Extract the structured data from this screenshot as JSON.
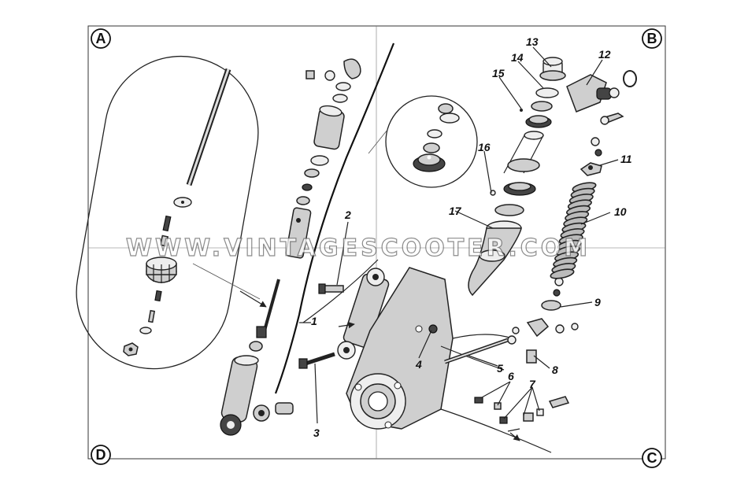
{
  "corners": {
    "a": "A",
    "b": "B",
    "c": "C",
    "d": "D"
  },
  "callouts": [
    "1",
    "2",
    "3",
    "4",
    "5",
    "6",
    "7",
    "8",
    "9",
    "10",
    "11",
    "12",
    "13",
    "14",
    "15",
    "16",
    "17"
  ],
  "watermark": "WWW.VINTAGESCOOTER.COM"
}
